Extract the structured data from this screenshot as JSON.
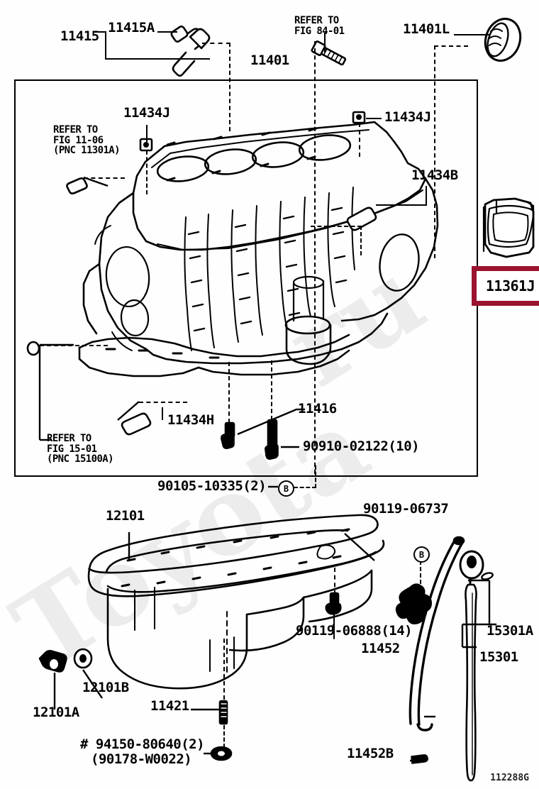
{
  "diagram": {
    "id": "112288G",
    "watermark_left": "Toyota",
    "watermark_right": "ru",
    "highlighted_part": "11361J"
  },
  "upper_section": {
    "labels": [
      {
        "key": "l_11415",
        "text": "11415"
      },
      {
        "key": "l_11415a",
        "text": "11415A"
      },
      {
        "key": "l_11401",
        "text": "11401"
      },
      {
        "key": "l_11401l",
        "text": "11401L"
      },
      {
        "key": "l_11434j_a",
        "text": "11434J"
      },
      {
        "key": "l_11434j_b",
        "text": "11434J"
      },
      {
        "key": "l_11434b",
        "text": "11434B"
      },
      {
        "key": "l_11434h",
        "text": "11434H"
      },
      {
        "key": "l_11416",
        "text": "11416"
      },
      {
        "key": "l_11361j",
        "text": "11361J"
      },
      {
        "key": "l_90910",
        "text": "90910-02122(10)"
      },
      {
        "key": "l_90105",
        "text": "90105-10335(2)"
      }
    ],
    "refer_84": {
      "line1": "REFER TO",
      "line2": "FIG 84-01"
    },
    "refer_1106": {
      "line1": "REFER TO",
      "line2": "FIG 11-06",
      "line3": "(PNC 11301A)"
    },
    "refer_1501": {
      "line1": "REFER TO",
      "line2": "FIG 15-01",
      "line3": "(PNC 15100A)"
    },
    "callout_b": "B"
  },
  "lower_section": {
    "labels": [
      {
        "key": "l_12101",
        "text": "12101"
      },
      {
        "key": "l_12101a",
        "text": "12101A"
      },
      {
        "key": "l_12101b",
        "text": "12101B"
      },
      {
        "key": "l_11421",
        "text": "11421"
      },
      {
        "key": "l_11452",
        "text": "11452"
      },
      {
        "key": "l_11452b",
        "text": "11452B"
      },
      {
        "key": "l_15301",
        "text": "15301"
      },
      {
        "key": "l_15301a",
        "text": "15301A"
      },
      {
        "key": "l_90119a",
        "text": "90119-06737"
      },
      {
        "key": "l_90119b",
        "text": "90119-06888(14)"
      },
      {
        "key": "l_94150",
        "text": "# 94150-80640(2)"
      },
      {
        "key": "l_90178",
        "text": "(90178-W0022)"
      }
    ],
    "callout_b": "B"
  },
  "colors": {
    "highlight_border": "#9B132F",
    "ink": "#000000",
    "watermark": "#ececec",
    "background": "#fefefe"
  }
}
